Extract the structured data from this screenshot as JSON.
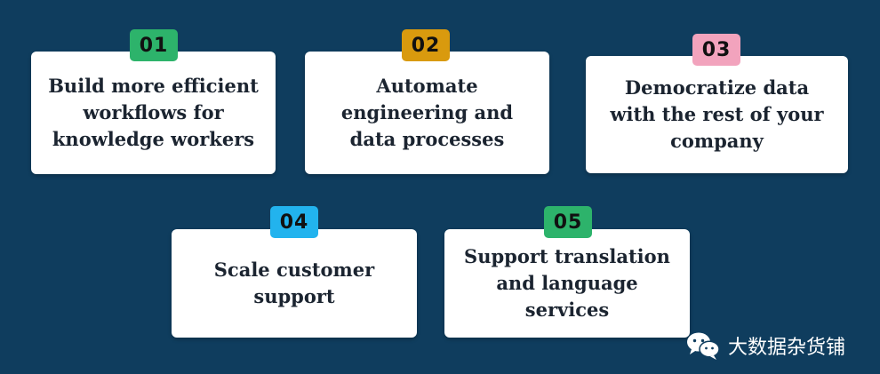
{
  "colors": {
    "background": "#0f3d5e",
    "card": "#ffffff",
    "text": "#1b2430"
  },
  "steps": [
    {
      "number": "01",
      "label": "Build more efficient workflows for knowledge workers",
      "badge_color": "#2db36b"
    },
    {
      "number": "02",
      "label": "Automate engineering and data processes",
      "badge_color": "#d99a0e"
    },
    {
      "number": "03",
      "label": "Democratize data with the rest of your company",
      "badge_color": "#f2a3bd"
    },
    {
      "number": "04",
      "label": "Scale customer support",
      "badge_color": "#22b3ee"
    },
    {
      "number": "05",
      "label": "Support translation and language services",
      "badge_color": "#2db36b"
    }
  ],
  "watermark": {
    "icon": "wechat-icon",
    "text": "大数据杂货铺"
  }
}
